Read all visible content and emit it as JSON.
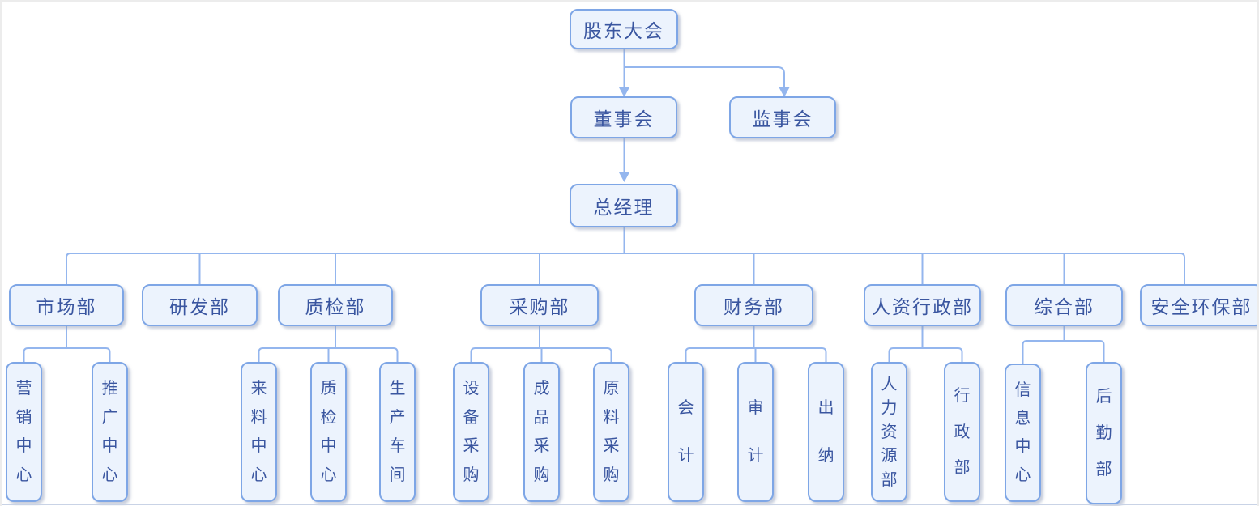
{
  "org": {
    "root": {
      "label": "股东大会"
    },
    "level2": [
      {
        "label": "董事会"
      },
      {
        "label": "监事会"
      }
    ],
    "general_manager": {
      "label": "总经理"
    },
    "departments": [
      {
        "label": "市场部",
        "children": [
          {
            "label": "营销中心"
          },
          {
            "label": "推广中心"
          }
        ]
      },
      {
        "label": "研发部",
        "children": []
      },
      {
        "label": "质检部",
        "children": [
          {
            "label": "来料中心"
          },
          {
            "label": "质检中心"
          },
          {
            "label": "生产车间"
          }
        ]
      },
      {
        "label": "采购部",
        "children": [
          {
            "label": "设备采购"
          },
          {
            "label": "成品采购"
          },
          {
            "label": "原料采购"
          }
        ]
      },
      {
        "label": "财务部",
        "children": [
          {
            "label": "会计"
          },
          {
            "label": "审计"
          },
          {
            "label": "出纳"
          }
        ]
      },
      {
        "label": "人资行政部",
        "children": [
          {
            "label": "人力资源部"
          },
          {
            "label": "行政部"
          }
        ]
      },
      {
        "label": "综合部",
        "children": [
          {
            "label": "信息中心"
          },
          {
            "label": "后勤部"
          }
        ]
      },
      {
        "label": "安全环保部",
        "children": []
      }
    ]
  },
  "colors": {
    "node_fill": "#ecf3fd",
    "node_border": "#7ea6e6",
    "node_text": "#3a56a0",
    "connector": "#94b6ee",
    "canvas_border": "#ececec",
    "bottom_line": "#c9d3e6"
  }
}
